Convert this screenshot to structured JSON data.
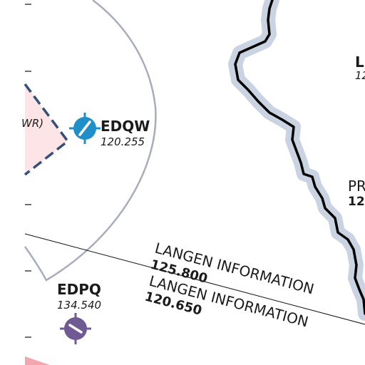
{
  "map": {
    "colors": {
      "background": "#ffffff",
      "border_line": "#000000",
      "border_halo": "#c9d3e2",
      "airspace_fill": "#fde4e6",
      "airspace_edge": "#34507a",
      "zone_outline": "#a9adbb",
      "edqw_icon": "#1f8fca",
      "edpq_icon": "#6f5a94",
      "restricted_strip": "#f3a6b0"
    },
    "airfields": [
      {
        "id": "edqw",
        "name": "EDQW",
        "frequency": "120.255",
        "icon": "airfield-runway-icon"
      },
      {
        "id": "edpq",
        "name": "EDPQ",
        "frequency": "134.540",
        "icon": "airfield-runway-icon"
      }
    ],
    "airspace_fragment": {
      "text": "WR)"
    },
    "fir_boundary": {
      "upper": {
        "name": "LANGEN INFORMATION",
        "frequency": "125.800"
      },
      "lower": {
        "name": "LANGEN INFORMATION",
        "frequency": "120.650"
      }
    },
    "edge_labels": [
      {
        "id": "l-label",
        "text": "L",
        "frequency": "12"
      },
      {
        "id": "pr-label",
        "text": "PR",
        "frequency": "12"
      }
    ]
  }
}
